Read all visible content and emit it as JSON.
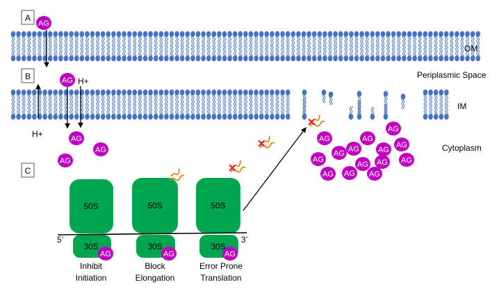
{
  "panels": {
    "a": "A",
    "b": "B",
    "c": "C"
  },
  "regions": {
    "outer_membrane": "OM",
    "periplasm": "Periplasmic Space",
    "inner_membrane": "IM",
    "cytoplasm": "Cytoplasm"
  },
  "molecule_label": "AG",
  "proton_label": "H+",
  "ribosome": {
    "large_subunit": "50S",
    "small_subunit": "30S",
    "five_prime": "5’",
    "three_prime": "3’"
  },
  "mechanisms": [
    {
      "line1": "Inhibit",
      "line2": "Initiation"
    },
    {
      "line1": "Block",
      "line2": "Elongation"
    },
    {
      "line1": "Error Prone",
      "line2": "Translation"
    }
  ],
  "colors": {
    "lipid": "#4472C4",
    "aminoglycoside": "#C000C0",
    "ribosome": "#00A54F",
    "peptide": "#E07A10",
    "error_mark": "#FF0000"
  }
}
